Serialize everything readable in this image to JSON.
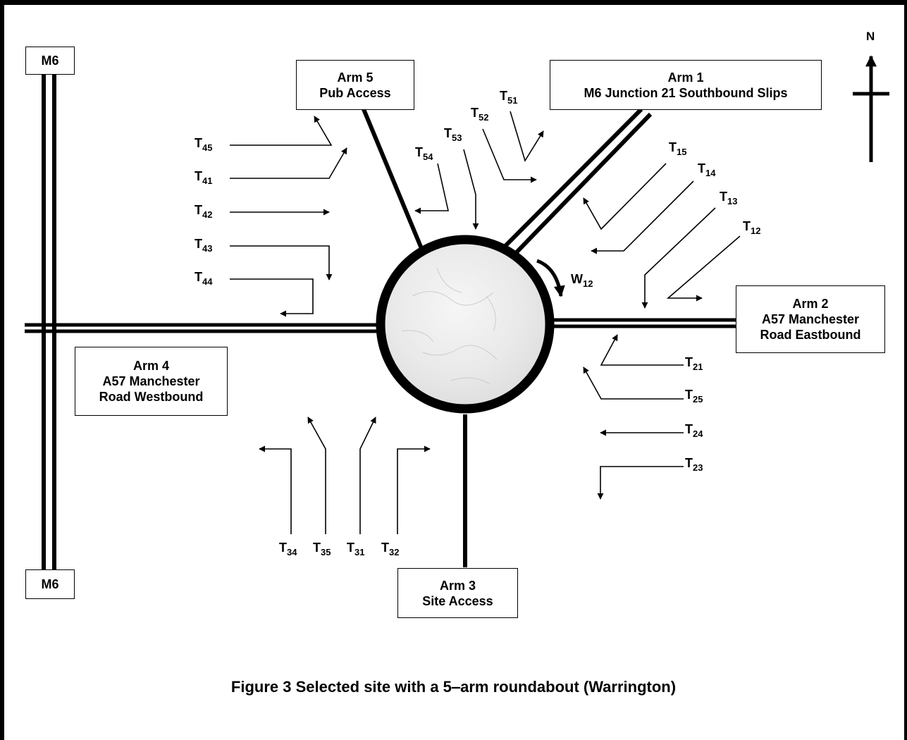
{
  "caption": "Figure 3 Selected site with a 5‒arm roundabout (Warrington)",
  "north_label": "N",
  "boxes": {
    "m6_top": "M6",
    "m6_bottom": "M6",
    "arm1": {
      "title": "Arm 1",
      "line1": "M6 Junction 21 Southbound Slips"
    },
    "arm2": {
      "title": "Arm 2",
      "line1": "A57 Manchester",
      "line2": "Road Eastbound"
    },
    "arm3": {
      "title": "Arm 3",
      "line1": "Site Access"
    },
    "arm4": {
      "title": "Arm 4",
      "line1": "A57 Manchester",
      "line2": "Road Westbound"
    },
    "arm5": {
      "title": "Arm 5",
      "line1": "Pub Access"
    }
  },
  "movements": {
    "t45": {
      "main": "T",
      "sub": "45"
    },
    "t41": {
      "main": "T",
      "sub": "41"
    },
    "t42": {
      "main": "T",
      "sub": "42"
    },
    "t43": {
      "main": "T",
      "sub": "43"
    },
    "t44": {
      "main": "T",
      "sub": "44"
    },
    "t51": {
      "main": "T",
      "sub": "51"
    },
    "t52": {
      "main": "T",
      "sub": "52"
    },
    "t53": {
      "main": "T",
      "sub": "53"
    },
    "t54": {
      "main": "T",
      "sub": "54"
    },
    "t15": {
      "main": "T",
      "sub": "15"
    },
    "t14": {
      "main": "T",
      "sub": "14"
    },
    "t13": {
      "main": "T",
      "sub": "13"
    },
    "t12": {
      "main": "T",
      "sub": "12"
    },
    "w12": {
      "main": "W",
      "sub": "12"
    },
    "t21": {
      "main": "T",
      "sub": "21"
    },
    "t25": {
      "main": "T",
      "sub": "25"
    },
    "t24": {
      "main": "T",
      "sub": "24"
    },
    "t23": {
      "main": "T",
      "sub": "23"
    },
    "t34": {
      "main": "T",
      "sub": "34"
    },
    "t35": {
      "main": "T",
      "sub": "35"
    },
    "t31": {
      "main": "T",
      "sub": "31"
    },
    "t32": {
      "main": "T",
      "sub": "32"
    }
  }
}
